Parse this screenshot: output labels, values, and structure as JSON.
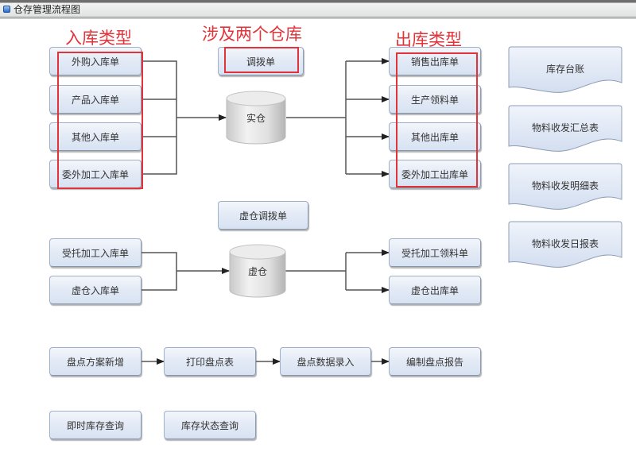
{
  "window": {
    "title": "仓存管理流程图",
    "icon": "window-app-icon"
  },
  "annotations": {
    "inbound_types": "入库类型",
    "involves_two_warehouses": "涉及两个仓库",
    "outbound_types": "出库类型"
  },
  "real_warehouse": {
    "inbound": [
      "外购入库单",
      "产品入库单",
      "其他入库单",
      "委外加工入库单"
    ],
    "transfer": "调拨单",
    "store": "实仓",
    "outbound": [
      "销售出库单",
      "生产领料单",
      "其他出库单",
      "委外加工出库单"
    ]
  },
  "virtual_warehouse": {
    "transfer": "虚仓调拨单",
    "inbound": [
      "受托加工入库单",
      "虚仓入库单"
    ],
    "store": "虚仓",
    "outbound": [
      "受托加工领料单",
      "虚仓出库单"
    ]
  },
  "stocktake_flow": [
    "盘点方案新增",
    "打印盘点表",
    "盘点数据录入",
    "编制盘点报告"
  ],
  "queries": [
    "即时库存查询",
    "库存状态查询"
  ],
  "reports": [
    "库存台账",
    "物料收发汇总表",
    "物料收发明细表",
    "物料收发日报表"
  ],
  "colors": {
    "annotation_red": "#e0333a",
    "node_fill": "#dde6f4",
    "connector": "#555555"
  }
}
